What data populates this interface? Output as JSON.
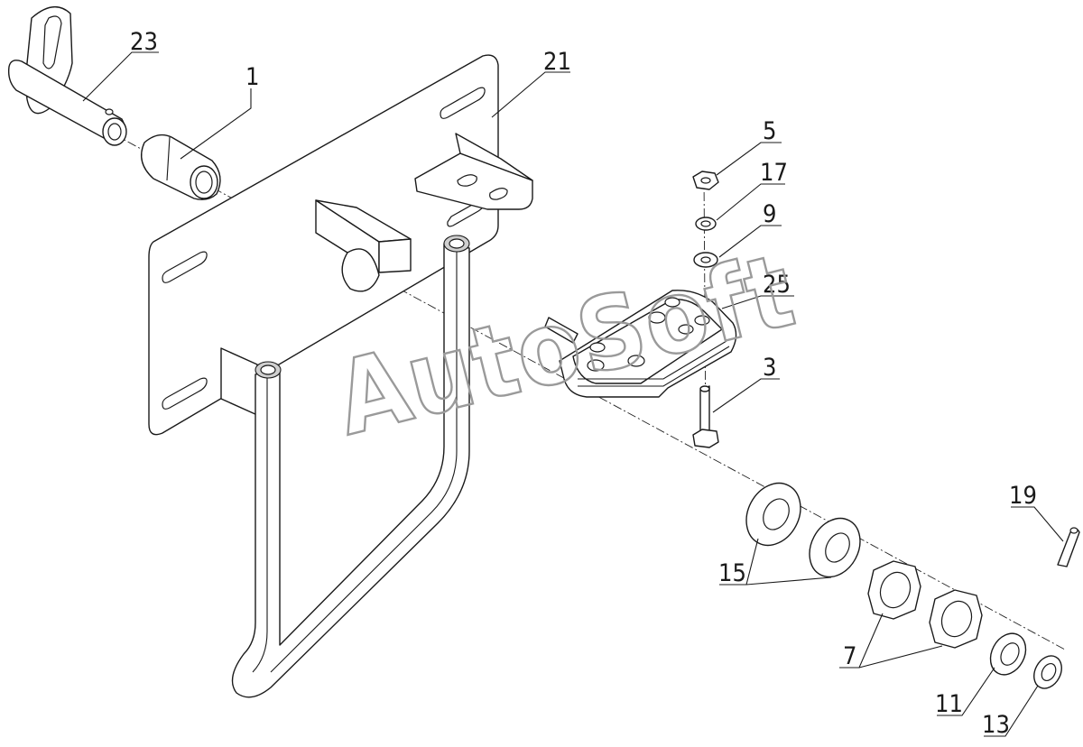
{
  "callouts": [
    {
      "id": "23",
      "label": "23"
    },
    {
      "id": "1",
      "label": "1"
    },
    {
      "id": "21",
      "label": "21"
    },
    {
      "id": "5",
      "label": "5"
    },
    {
      "id": "17",
      "label": "17"
    },
    {
      "id": "9",
      "label": "9"
    },
    {
      "id": "25",
      "label": "25"
    },
    {
      "id": "3",
      "label": "3"
    },
    {
      "id": "19",
      "label": "19"
    },
    {
      "id": "15",
      "label": "15"
    },
    {
      "id": "7",
      "label": "7"
    },
    {
      "id": "11",
      "label": "11"
    },
    {
      "id": "13",
      "label": "13"
    }
  ],
  "watermark": "AutoSoft"
}
